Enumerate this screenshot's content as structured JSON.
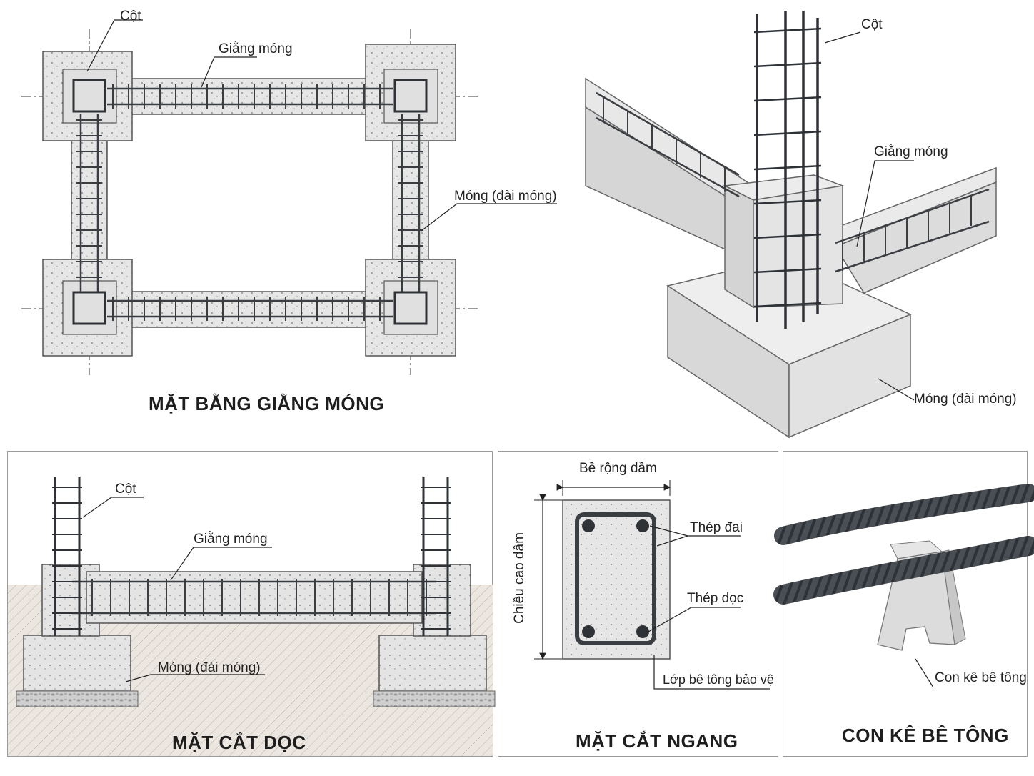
{
  "plan": {
    "title": "MẶT BẰNG GIẰNG MÓNG",
    "label_column": "Cột",
    "label_beam": "Giằng móng",
    "label_footing": "Móng (đài móng)"
  },
  "iso": {
    "label_column": "Cột",
    "label_beam": "Giằng móng",
    "label_footing": "Móng (đài móng)"
  },
  "longitudinal": {
    "title": "MẶT CẮT DỌC",
    "label_column": "Cột",
    "label_beam": "Giằng móng",
    "label_footing": "Móng (đài móng)"
  },
  "cross": {
    "title": "MẶT CẮT NGANG",
    "label_width": "Bề rộng dầm",
    "label_height": "Chiều cao dầm",
    "label_stirrup": "Thép đai",
    "label_main_bar": "Thép dọc",
    "label_cover": "Lớp bê tông bảo vệ"
  },
  "spacer": {
    "title": "CON KÊ BÊ TÔNG",
    "label_spacer": "Con kê bê tông"
  },
  "colors": {
    "concrete": "#e4e4e4",
    "concrete_dark": "#c9c9c9",
    "steel": "#3c3f44",
    "line": "#444444",
    "soil": "#d9d2c9"
  }
}
